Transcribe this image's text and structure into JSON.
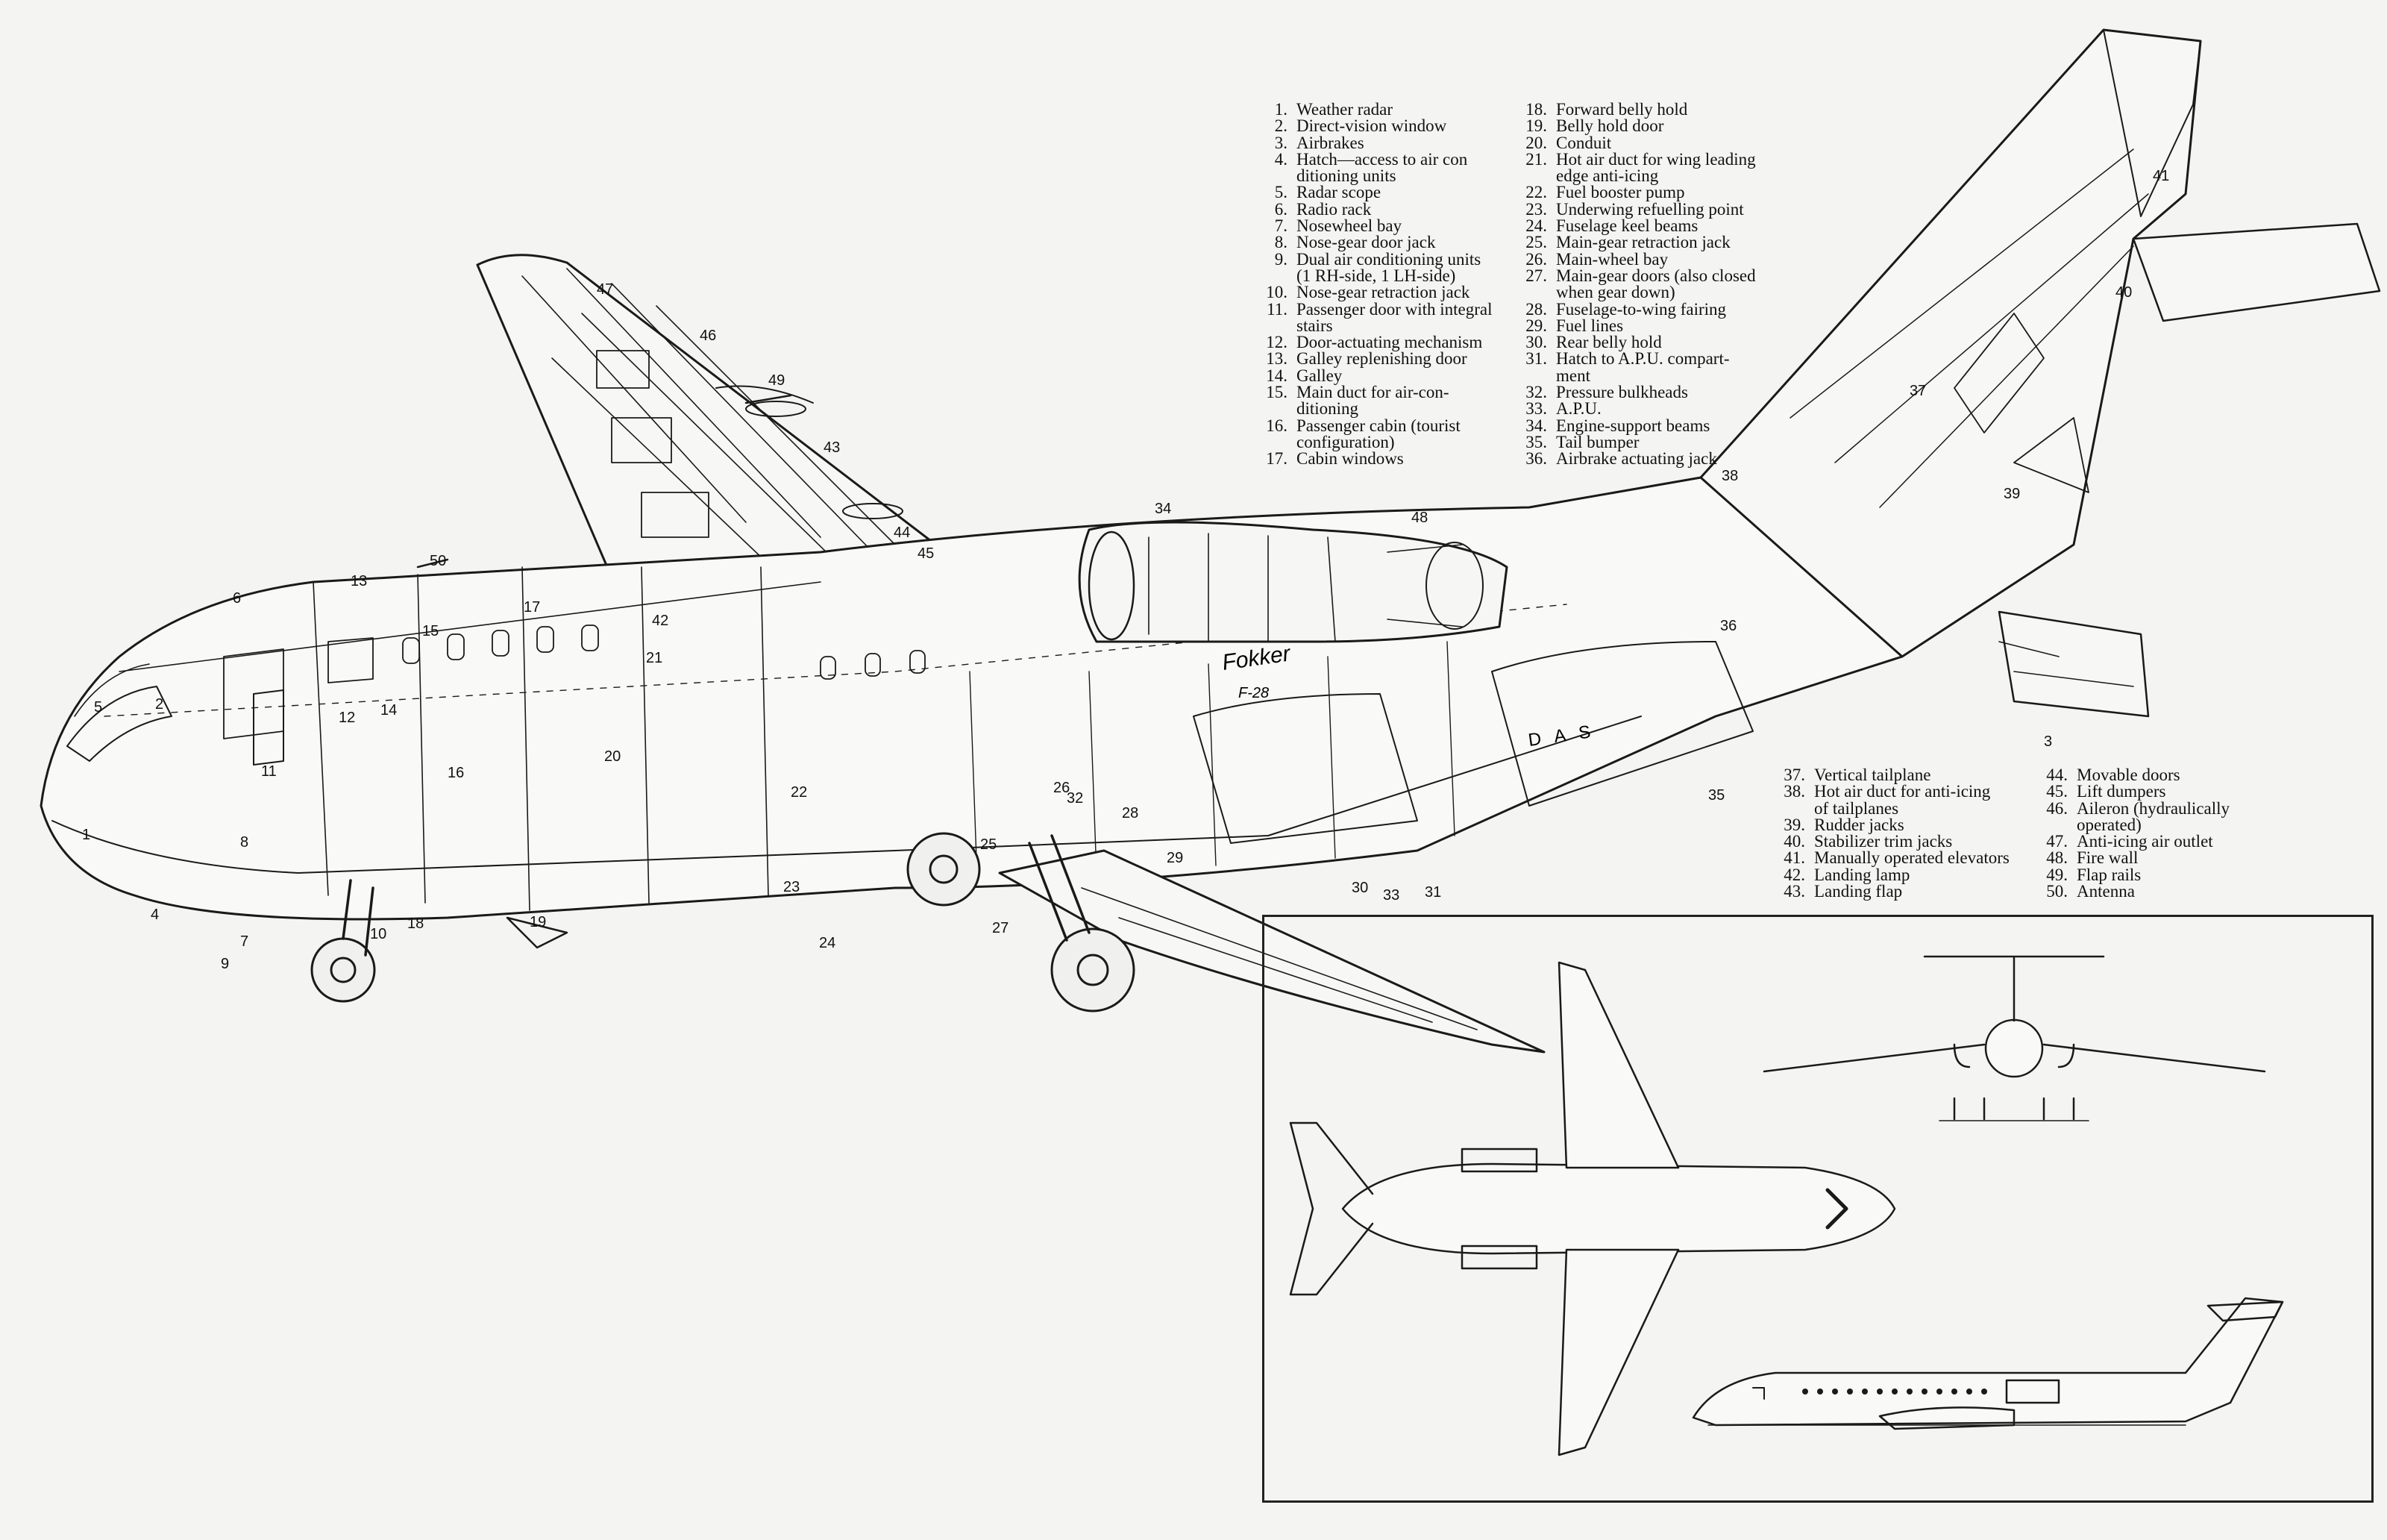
{
  "figure": {
    "fuselage_lettering": "Fokker",
    "fuselage_model": "F-28",
    "registration": "D A S",
    "callout_numbers": [
      "1",
      "2",
      "3",
      "4",
      "5",
      "6",
      "7",
      "8",
      "9",
      "10",
      "11",
      "12",
      "13",
      "14",
      "15",
      "16",
      "17",
      "18",
      "19",
      "20",
      "21",
      "22",
      "23",
      "24",
      "25",
      "26",
      "27",
      "28",
      "29",
      "30",
      "31",
      "32",
      "33",
      "34",
      "35",
      "36",
      "37",
      "38",
      "39",
      "40",
      "41",
      "42",
      "43",
      "44",
      "45",
      "46",
      "47",
      "48",
      "49",
      "50"
    ]
  },
  "legend_columns": [
    [
      {
        "n": "1.",
        "t": [
          "Weather radar"
        ]
      },
      {
        "n": "2.",
        "t": [
          "Direct-vision window"
        ]
      },
      {
        "n": "3.",
        "t": [
          "Airbrakes"
        ]
      },
      {
        "n": "4.",
        "t": [
          "Hatch—access to air con",
          "ditioning units"
        ]
      },
      {
        "n": "5.",
        "t": [
          "Radar scope"
        ]
      },
      {
        "n": "6.",
        "t": [
          "Radio rack"
        ]
      },
      {
        "n": "7.",
        "t": [
          "Nosewheel bay"
        ]
      },
      {
        "n": "8.",
        "t": [
          "Nose-gear door jack"
        ]
      },
      {
        "n": "9.",
        "t": [
          "Dual air conditioning units",
          "(1 RH-side, 1 LH-side)"
        ]
      },
      {
        "n": "10.",
        "t": [
          "Nose-gear retraction jack"
        ]
      },
      {
        "n": "11.",
        "t": [
          "Passenger door with integral",
          "stairs"
        ]
      },
      {
        "n": "12.",
        "t": [
          "Door-actuating mechanism"
        ]
      },
      {
        "n": "13.",
        "t": [
          "Galley replenishing door"
        ]
      },
      {
        "n": "14.",
        "t": [
          "Galley"
        ]
      },
      {
        "n": "15.",
        "t": [
          "Main duct for air-con-",
          "ditioning"
        ]
      },
      {
        "n": "16.",
        "t": [
          "Passenger cabin (tourist",
          "configuration)"
        ]
      },
      {
        "n": "17.",
        "t": [
          "Cabin windows"
        ]
      }
    ],
    [
      {
        "n": "18.",
        "t": [
          "Forward belly hold"
        ]
      },
      {
        "n": "19.",
        "t": [
          "Belly hold door"
        ]
      },
      {
        "n": "20.",
        "t": [
          "Conduit"
        ]
      },
      {
        "n": "21.",
        "t": [
          "Hot air duct for wing leading",
          "edge anti-icing"
        ]
      },
      {
        "n": "22.",
        "t": [
          "Fuel booster pump"
        ]
      },
      {
        "n": "23.",
        "t": [
          "Underwing refuelling point"
        ]
      },
      {
        "n": "24.",
        "t": [
          "Fuselage keel beams"
        ]
      },
      {
        "n": "25.",
        "t": [
          "Main-gear retraction jack"
        ]
      },
      {
        "n": "26.",
        "t": [
          "Main-wheel bay"
        ]
      },
      {
        "n": "27.",
        "t": [
          "Main-gear doors (also closed",
          "when gear down)"
        ]
      },
      {
        "n": "28.",
        "t": [
          "Fuselage-to-wing fairing"
        ]
      },
      {
        "n": "29.",
        "t": [
          "Fuel lines"
        ]
      },
      {
        "n": "30.",
        "t": [
          "Rear belly hold"
        ]
      },
      {
        "n": "31.",
        "t": [
          "Hatch to A.P.U. compart-",
          "ment"
        ]
      },
      {
        "n": "32.",
        "t": [
          "Pressure bulkheads"
        ]
      },
      {
        "n": "33.",
        "t": [
          "A.P.U."
        ]
      },
      {
        "n": "34.",
        "t": [
          "Engine-support beams"
        ]
      },
      {
        "n": "35.",
        "t": [
          "Tail bumper"
        ]
      },
      {
        "n": "36.",
        "t": [
          "Airbrake actuating jack"
        ]
      }
    ],
    [
      {
        "n": "37.",
        "t": [
          "Vertical tailplane"
        ]
      },
      {
        "n": "38.",
        "t": [
          "Hot air duct for anti-icing",
          "of tailplanes"
        ]
      },
      {
        "n": "39.",
        "t": [
          "Rudder jacks"
        ]
      },
      {
        "n": "40.",
        "t": [
          "Stabilizer trim jacks"
        ]
      },
      {
        "n": "41.",
        "t": [
          "Manually operated elevators"
        ]
      },
      {
        "n": "42.",
        "t": [
          "Landing lamp"
        ]
      },
      {
        "n": "43.",
        "t": [
          "Landing flap"
        ]
      }
    ],
    [
      {
        "n": "44.",
        "t": [
          "Movable doors"
        ]
      },
      {
        "n": "45.",
        "t": [
          "Lift dumpers"
        ]
      },
      {
        "n": "46.",
        "t": [
          "Aileron (hydraulically",
          "operated)"
        ]
      },
      {
        "n": "47.",
        "t": [
          "Anti-icing air outlet"
        ]
      },
      {
        "n": "48.",
        "t": [
          "Fire wall"
        ]
      },
      {
        "n": "49.",
        "t": [
          "Flap rails"
        ]
      },
      {
        "n": "50.",
        "t": [
          "Antenna"
        ]
      }
    ]
  ]
}
